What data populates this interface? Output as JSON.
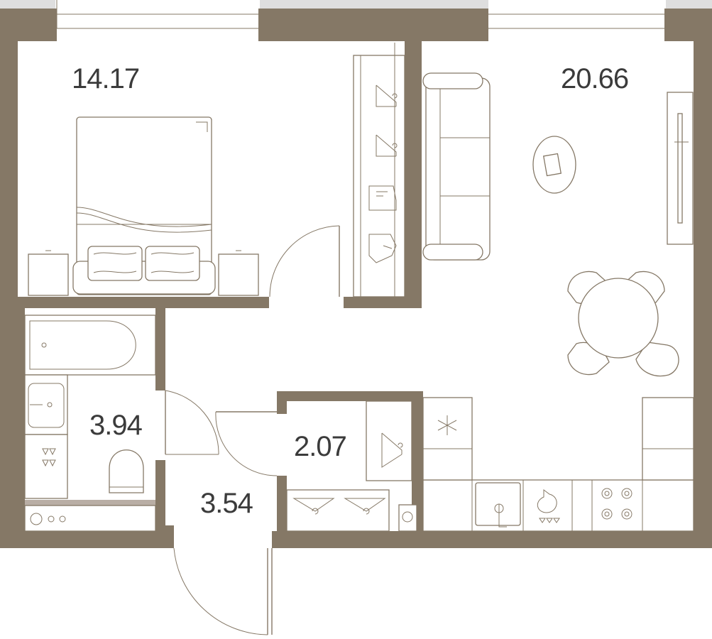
{
  "rooms": [
    {
      "id": "bedroom",
      "area": "14.17"
    },
    {
      "id": "living",
      "area": "20.66"
    },
    {
      "id": "bathroom",
      "area": "3.94"
    },
    {
      "id": "wardrobe",
      "area": "2.07"
    },
    {
      "id": "hallway",
      "area": "3.54"
    }
  ],
  "colors": {
    "wall": "#857866",
    "window_glass": "#dedede",
    "text": "#3b3b3b",
    "background": "#ffffff"
  },
  "icons": {
    "freezer": "snowflake-icon",
    "hob": "cooktop-burner-icon",
    "sink": "kitchen-sink-icon",
    "oven": "oven-icon",
    "wardrobe": "hanger-icon"
  }
}
